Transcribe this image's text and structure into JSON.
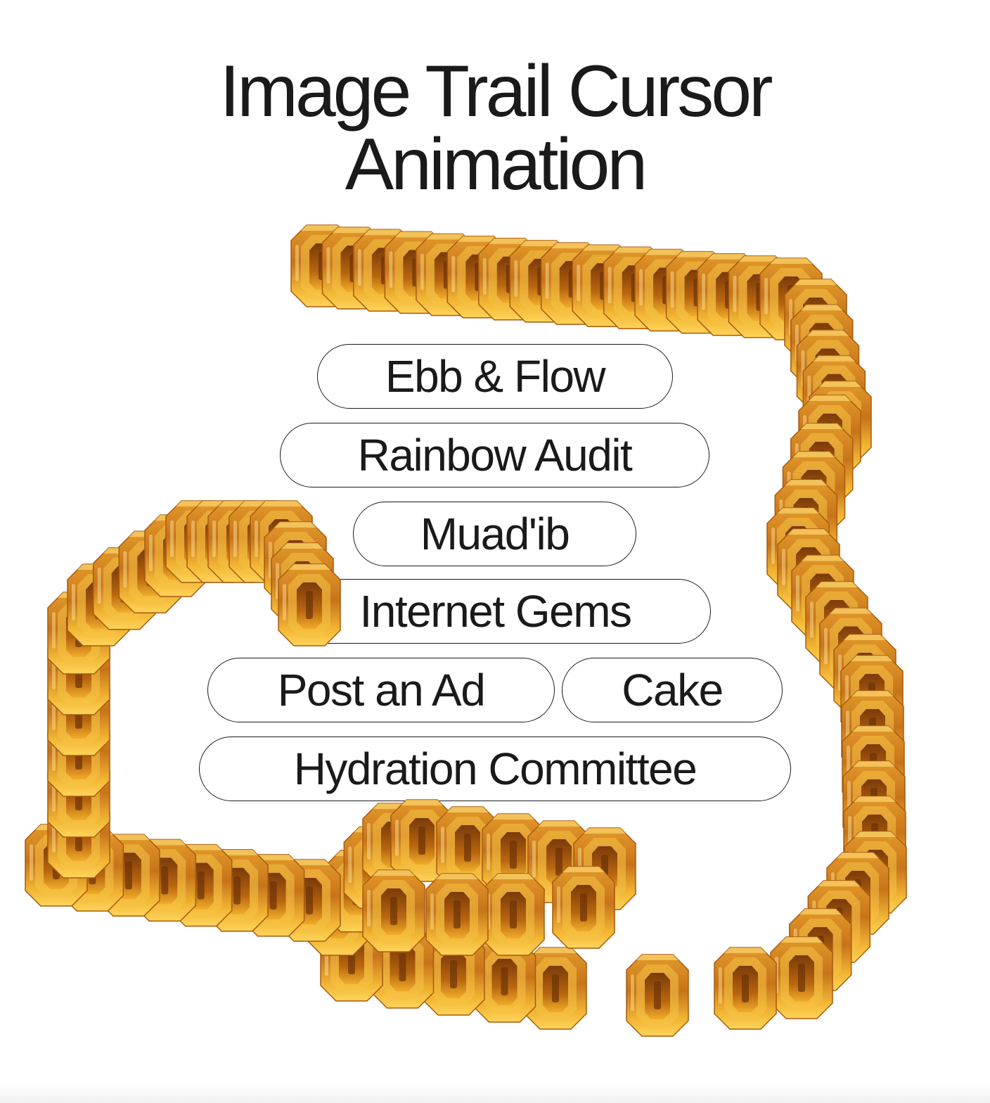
{
  "page": {
    "title_line1": "Image Trail Cursor",
    "title_line2": "Animation"
  },
  "pills": [
    {
      "label": "Ebb & Flow"
    },
    {
      "label": "Rainbow Audit"
    },
    {
      "label": "Muad'ib"
    },
    {
      "label": "Internet Gems"
    },
    {
      "label": "Post an Ad"
    },
    {
      "label": "Cake"
    },
    {
      "label": "Hydration Committee"
    }
  ],
  "trail": {
    "icon": "amber-gem-icon",
    "colors": {
      "dark": "#9a4f0b",
      "mid": "#d98a1e",
      "light": "#f7c23a",
      "highlight": "#ffe07a"
    }
  }
}
